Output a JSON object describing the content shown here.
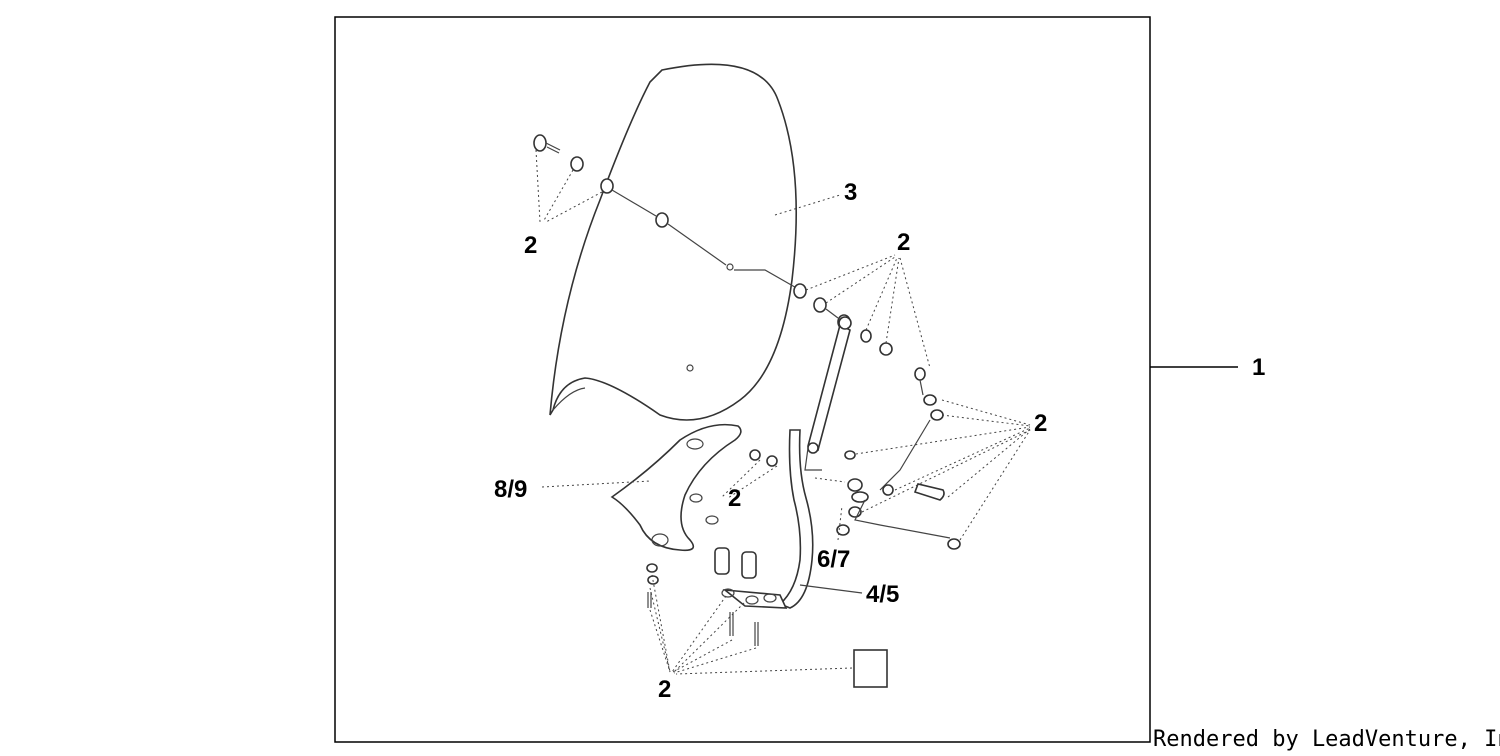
{
  "diagram": {
    "callouts": {
      "kit": "1",
      "screen": "3",
      "bracket": "4/5",
      "stay": "6/7",
      "cover": "8/9",
      "hw_upper_left": "2",
      "hw_upper_right": "2",
      "hw_right": "2",
      "hw_center": "2",
      "hw_bottom": "2"
    },
    "footer_text": "Rendered by LeadVenture, Inc."
  }
}
